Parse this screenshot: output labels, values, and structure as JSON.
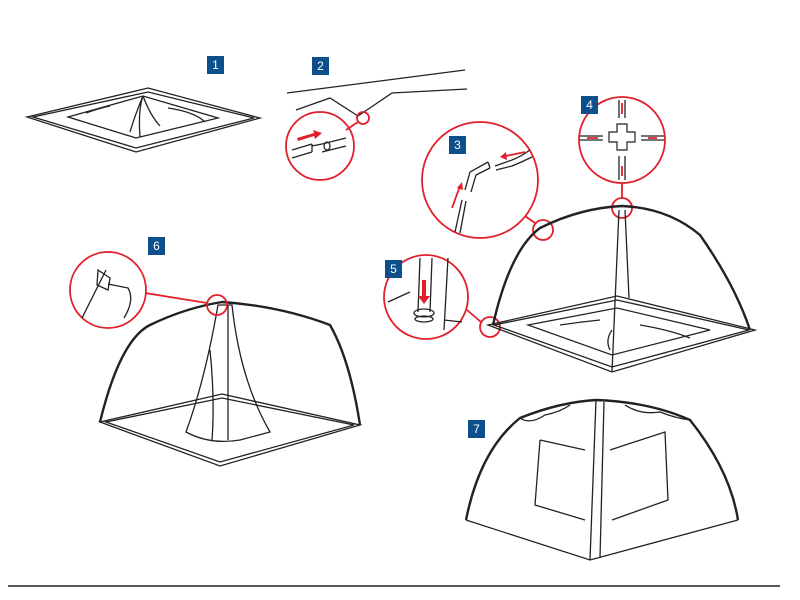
{
  "steps": [
    {
      "label": "1"
    },
    {
      "label": "2"
    },
    {
      "label": "3"
    },
    {
      "label": "4"
    },
    {
      "label": "5"
    },
    {
      "label": "6"
    },
    {
      "label": "7"
    }
  ],
  "colors": {
    "badge": "#0d4f8a",
    "highlight": "#e0202a",
    "line": "#222222",
    "footer_rule": "#555a60"
  }
}
